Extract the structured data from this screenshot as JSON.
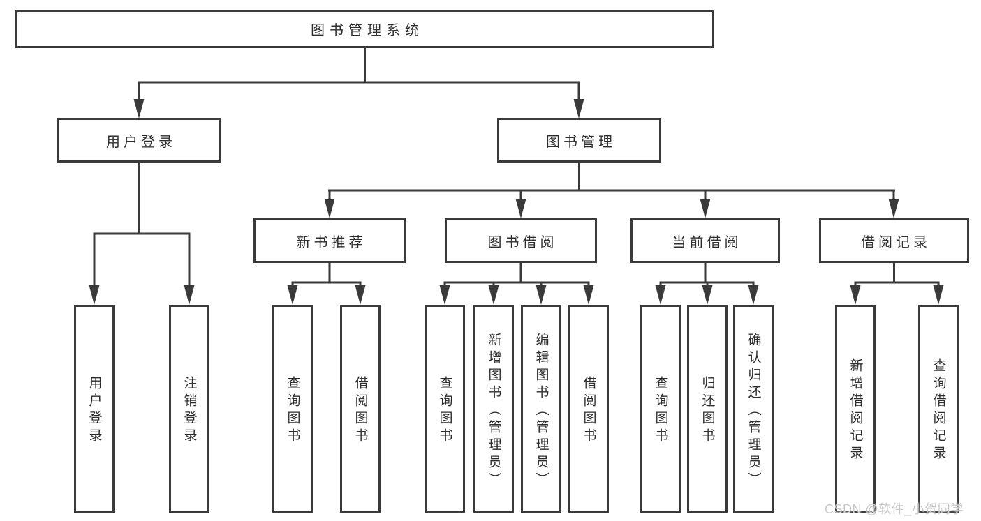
{
  "nodes": {
    "root": "图书管理系统",
    "user_login": "用户登录",
    "book_mgmt": "图书管理",
    "new_book_rec": "新书推荐",
    "book_borrow": "图书借阅",
    "current_borrow": "当前借阅",
    "borrow_record": "借阅记录",
    "leaf_user_login": "用户登录",
    "leaf_logout": "注销登录",
    "leaf_query_book_1": "查询图书",
    "leaf_borrow_book_1": "借阅图书",
    "leaf_query_book_2": "查询图书",
    "leaf_add_book": "新增图书（管理员）",
    "leaf_edit_book": "编辑图书（管理员）",
    "leaf_borrow_book_2": "借阅图书",
    "leaf_query_book_3": "查询图书",
    "leaf_return_book": "归还图书",
    "leaf_confirm_return": "确认归还（管理员）",
    "leaf_add_borrow_record": "新增借阅记录",
    "leaf_query_borrow_record": "查询借阅记录"
  },
  "structure": {
    "图书管理系统": {
      "用户登录": [
        "用户登录",
        "注销登录"
      ],
      "图书管理": {
        "新书推荐": [
          "查询图书",
          "借阅图书"
        ],
        "图书借阅": [
          "查询图书",
          "新增图书（管理员）",
          "编辑图书（管理员）",
          "借阅图书"
        ],
        "当前借阅": [
          "查询图书",
          "归还图书",
          "确认归还（管理员）"
        ],
        "借阅记录": [
          "新增借阅记录",
          "查询借阅记录"
        ]
      }
    }
  },
  "watermark": "CSDN @软件_小贺同学",
  "colors": {
    "line": "#3a3a3a",
    "text": "#2d2d2d",
    "watermark": "#c9c9c9",
    "background": "#ffffff"
  }
}
